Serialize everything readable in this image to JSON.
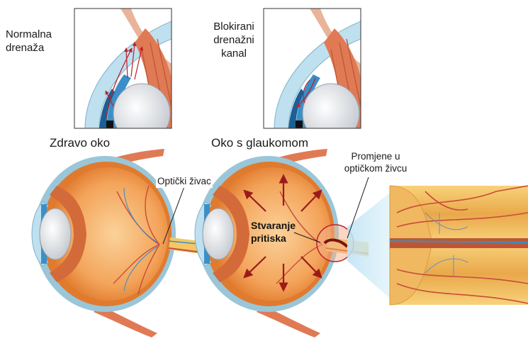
{
  "top_panels": {
    "normal_drainage": [
      "Normalna",
      "drenaža"
    ],
    "blocked_drainage": [
      "Blokirani",
      "drenažni",
      "kanal"
    ]
  },
  "eyes": {
    "healthy_title": "Zdravo oko",
    "glaucoma_title": "Oko s glaukomom"
  },
  "annotations": {
    "optic_nerve": "Optički živac",
    "optic_nerve_changes": "Promjene u optičkom živcu",
    "pressure_build": "Stvaranje pritiska"
  },
  "colors": {
    "sclera": "#9ac6d8",
    "retina": "#e8893a",
    "vitreous": "#f6b26b",
    "iris_blue": "#3a8fc8",
    "vessel": "#c94c3a",
    "muscle": "#e07a55",
    "nerve_yellow": "#f3c764",
    "arrow": "#9b1b1b"
  }
}
